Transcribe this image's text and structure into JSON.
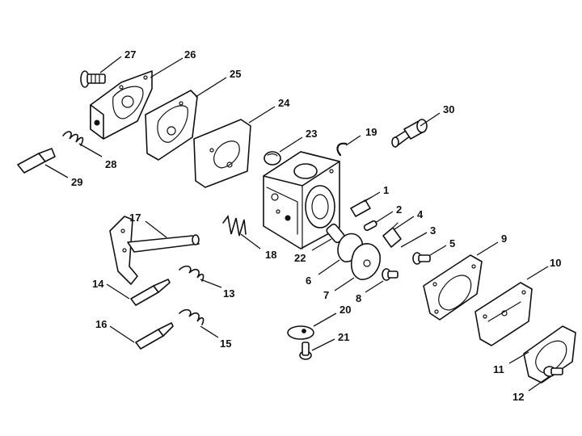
{
  "callouts": [
    "1",
    "2",
    "3",
    "4",
    "5",
    "6",
    "7",
    "8",
    "9",
    "10",
    "11",
    "12",
    "13",
    "14",
    "15",
    "16",
    "17",
    "18",
    "19",
    "20",
    "21",
    "22",
    "23",
    "24",
    "25",
    "26",
    "27",
    "28",
    "29",
    "30"
  ],
  "colors": {
    "line": "#111111",
    "background": "#ffffff"
  }
}
